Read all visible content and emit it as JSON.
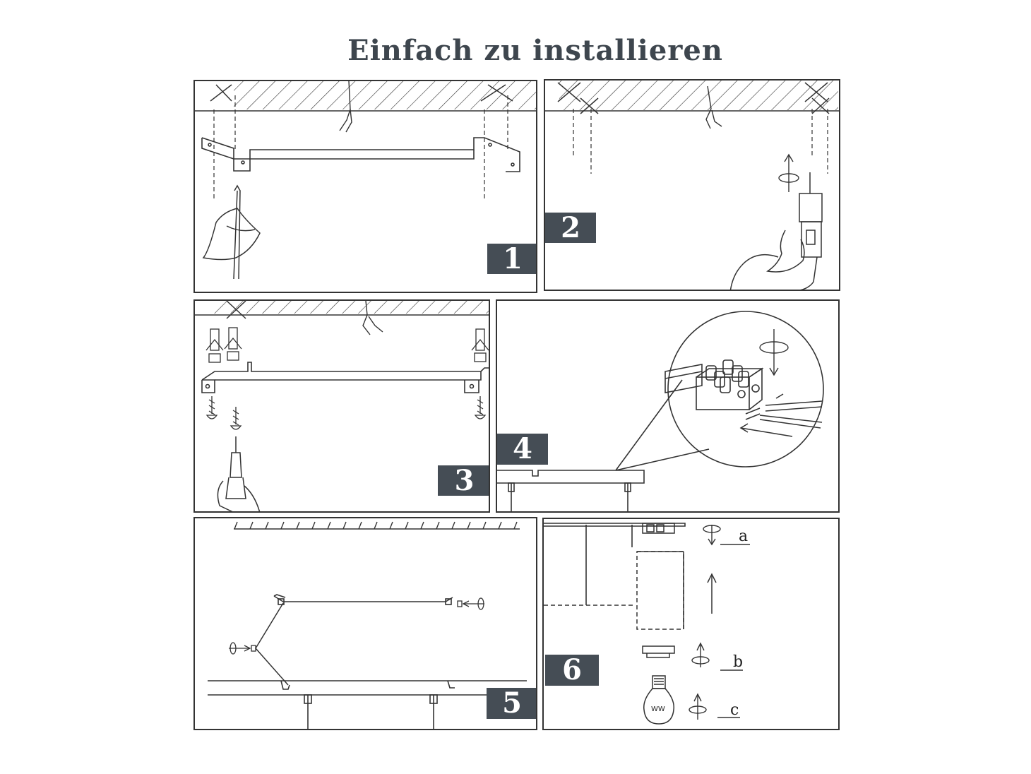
{
  "title": "Einfach zu installieren",
  "steps": [
    {
      "number": "1"
    },
    {
      "number": "2"
    },
    {
      "number": "3"
    },
    {
      "number": "4"
    },
    {
      "number": "5"
    },
    {
      "number": "6"
    }
  ],
  "step6_labels": {
    "a": "a",
    "b": "b",
    "c": "c"
  },
  "bulb_marking": "WW",
  "colors": {
    "badge": "#454d55",
    "title": "#3e464e",
    "line": "#333333"
  }
}
